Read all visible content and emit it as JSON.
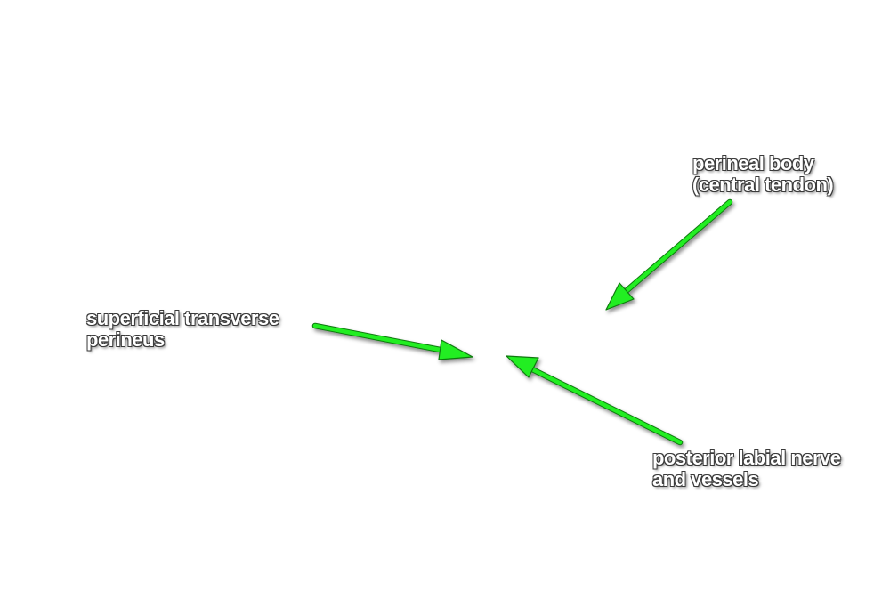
{
  "labels": {
    "perineal_body": {
      "line1": "perineal body",
      "line2": "(central tendon)"
    },
    "superficial_transverse": {
      "line1": "superficial transverse",
      "line2": "perineus"
    },
    "posterior_labial": {
      "line1": "posterior labial nerve",
      "line2": "and vessels"
    }
  },
  "colors": {
    "arrow_fill": "#22ee22",
    "arrow_outline": "#117a11",
    "label_text": "#ffffff",
    "label_outline": "#3a3a3a",
    "background": "#ffffff"
  }
}
